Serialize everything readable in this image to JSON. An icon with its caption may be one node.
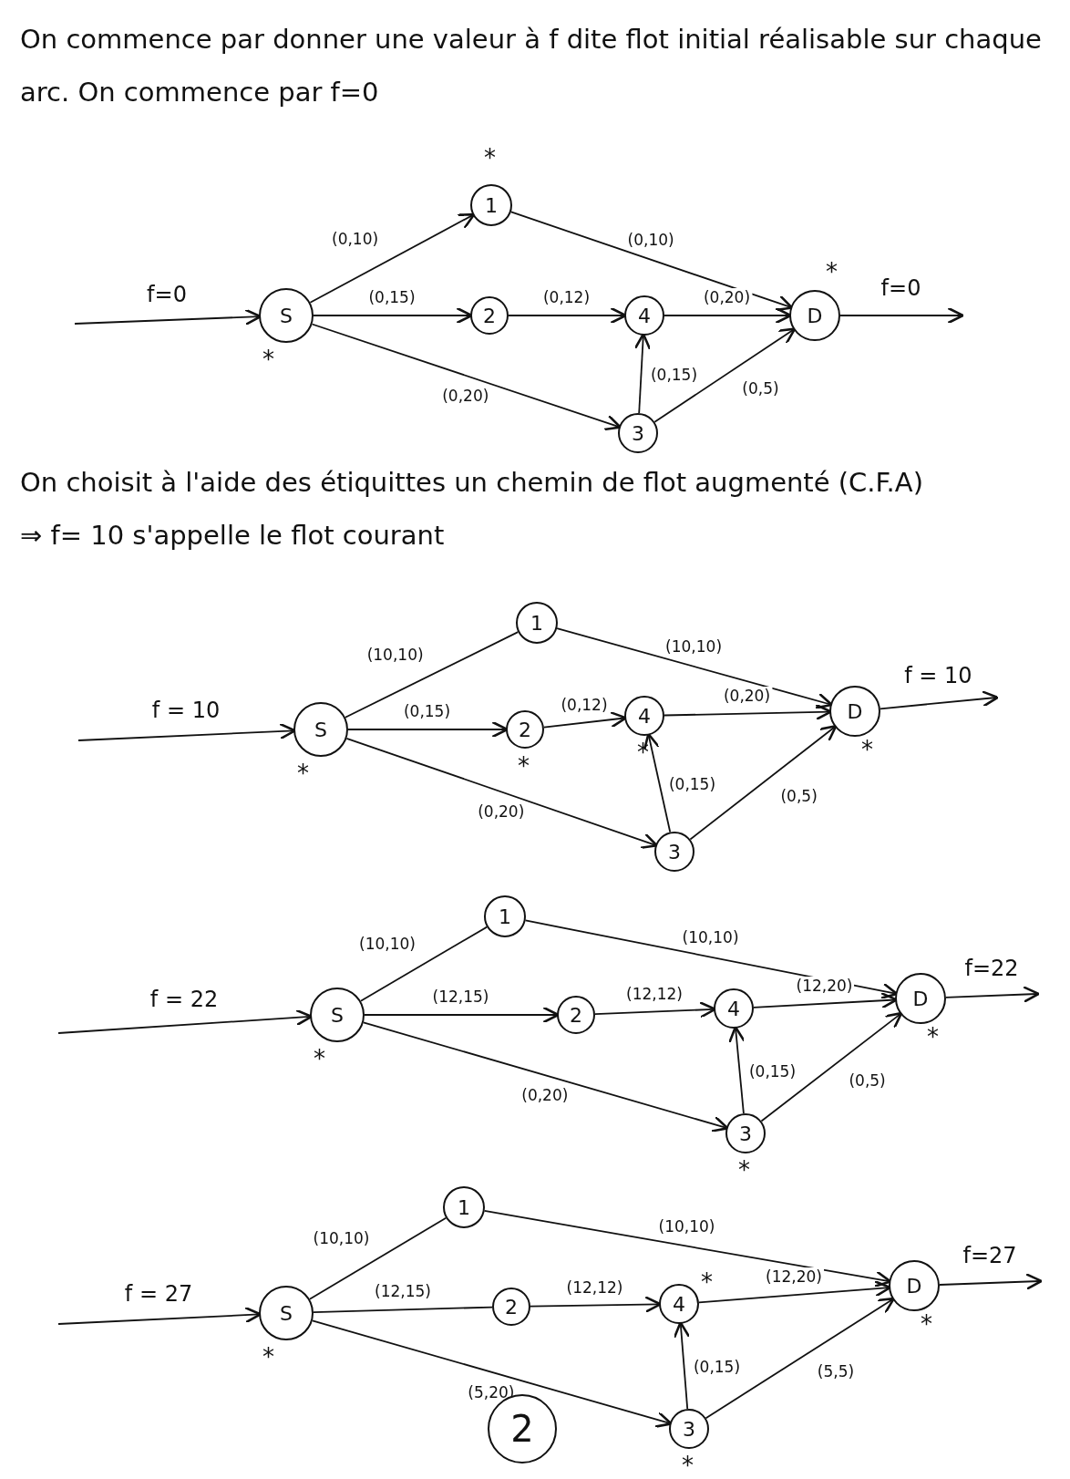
{
  "diagram": {
    "nodes": [
      {
        "text": [
          "S"
        ],
        "beside": [
          "*"
        ]
      },
      {
        "text": [
          "1"
        ],
        "beside": [
          "*"
        ]
      },
      {
        "text": [
          "2"
        ]
      },
      {
        "text": [
          "3"
        ]
      },
      {
        "text": [
          "4"
        ]
      },
      {
        "text": [
          "D"
        ],
        "beside": [
          "*"
        ]
      },
      {
        "text": [
          "S"
        ],
        "beside": [
          "*"
        ]
      },
      {
        "text": [
          "1"
        ]
      },
      {
        "text": [
          "2"
        ],
        "beside": [
          "*"
        ]
      },
      {
        "text": [
          "3"
        ]
      },
      {
        "text": [
          "4"
        ],
        "beside": [
          "*"
        ]
      },
      {
        "text": [
          "D"
        ],
        "beside": [
          "*"
        ]
      },
      {
        "text": [
          "S"
        ],
        "beside": [
          "*"
        ]
      },
      {
        "text": [
          "1"
        ]
      },
      {
        "text": [
          "2"
        ]
      },
      {
        "text": [
          "3"
        ],
        "beside": [
          "*"
        ]
      },
      {
        "text": [
          "4"
        ]
      },
      {
        "text": [
          "D"
        ],
        "beside": [
          "*"
        ]
      },
      {
        "text": [
          "S"
        ],
        "beside": [
          "*"
        ]
      },
      {
        "text": [
          "1"
        ]
      },
      {
        "text": [
          "2"
        ]
      },
      {
        "text": [
          "3"
        ],
        "beside": [
          "*"
        ]
      },
      {
        "text": [
          "4"
        ],
        "beside": [
          "*"
        ]
      },
      {
        "text": [
          "D"
        ],
        "beside": [
          "*"
        ]
      },
      {
        "text": [
          "2"
        ]
      }
    ],
    "edges": [
      {
        "from": null,
        "to": 0,
        "arrow": "to",
        "label": "f=0"
      },
      {
        "from": 0,
        "to": 1,
        "arrow": "to",
        "label": "(0,10)"
      },
      {
        "from": 0,
        "to": 2,
        "arrow": "to",
        "label": "(0,15)"
      },
      {
        "from": 0,
        "to": 3,
        "arrow": "to",
        "label": "(0,20)"
      },
      {
        "from": 1,
        "to": 5,
        "arrow": "to",
        "label": "(0,10)"
      },
      {
        "from": 2,
        "to": 4,
        "arrow": "to",
        "label": "(0,12)"
      },
      {
        "from": 4,
        "to": 5,
        "arrow": "to",
        "label": "(0,20)"
      },
      {
        "from": 3,
        "to": 4,
        "arrow": "to",
        "label": "(0,15)"
      },
      {
        "from": 3,
        "to": 5,
        "arrow": "to",
        "label": "(0,5)"
      },
      {
        "from": 5,
        "to": null,
        "arrow": "to",
        "label": "f=0"
      },
      {
        "from": null,
        "to": 6,
        "arrow": "to",
        "label": "f = 10"
      },
      {
        "from": 6,
        "to": 7,
        "arrow": "none",
        "label": "(10,10)"
      },
      {
        "from": 6,
        "to": 8,
        "arrow": "to",
        "label": "(0,15)"
      },
      {
        "from": 6,
        "to": 9,
        "arrow": "to",
        "label": "(0,20)"
      },
      {
        "from": 7,
        "to": 11,
        "arrow": "to",
        "label": "(10,10)"
      },
      {
        "from": 8,
        "to": 10,
        "arrow": "to",
        "label": "(0,12)"
      },
      {
        "from": 10,
        "to": 11,
        "arrow": "to",
        "label": "(0,20)"
      },
      {
        "from": 9,
        "to": 10,
        "arrow": "to",
        "label": "(0,15)"
      },
      {
        "from": 9,
        "to": 11,
        "arrow": "to",
        "label": "(0,5)"
      },
      {
        "from": 11,
        "to": null,
        "arrow": "to",
        "label": "f = 10"
      },
      {
        "from": null,
        "to": 12,
        "arrow": "to",
        "label": "f = 22"
      },
      {
        "from": 12,
        "to": 13,
        "arrow": "none",
        "label": "(10,10)"
      },
      {
        "from": 12,
        "to": 14,
        "arrow": "to",
        "label": "(12,15)"
      },
      {
        "from": 12,
        "to": 15,
        "arrow": "to",
        "label": "(0,20)"
      },
      {
        "from": 13,
        "to": 17,
        "arrow": "to",
        "label": "(10,10)"
      },
      {
        "from": 14,
        "to": 16,
        "arrow": "to",
        "label": "(12,12)"
      },
      {
        "from": 16,
        "to": 17,
        "arrow": "to",
        "label": "(12,20)"
      },
      {
        "from": 15,
        "to": 16,
        "arrow": "to",
        "label": "(0,15)"
      },
      {
        "from": 15,
        "to": 17,
        "arrow": "to",
        "label": "(0,5)"
      },
      {
        "from": 17,
        "to": null,
        "arrow": "to",
        "label": "f=22"
      },
      {
        "from": null,
        "to": 18,
        "arrow": "to",
        "label": "f = 27"
      },
      {
        "from": 18,
        "to": 19,
        "arrow": "none",
        "label": "(10,10)"
      },
      {
        "from": 18,
        "to": 20,
        "arrow": "none",
        "label": "(12,15)"
      },
      {
        "from": 18,
        "to": 21,
        "arrow": "to",
        "label": "(5,20)"
      },
      {
        "from": 19,
        "to": 23,
        "arrow": "to",
        "label": "(10,10)"
      },
      {
        "from": 20,
        "to": 22,
        "arrow": "to",
        "label": "(12,12)"
      },
      {
        "from": 22,
        "to": 23,
        "arrow": "to",
        "label": "(12,20)"
      },
      {
        "from": 21,
        "to": 22,
        "arrow": "to",
        "label": "(0,15)"
      },
      {
        "from": 21,
        "to": 23,
        "arrow": "to",
        "label": "(5,5)"
      },
      {
        "from": 23,
        "to": null,
        "arrow": "to",
        "label": "f=27"
      }
    ],
    "labels": [
      "On commence par donner une valeur à f dite flot initial réalisable sur chaque arc. On commence par f=0",
      "On choisit à l'aide des étiquittes un chemin de flot augmenté (C.F.A)",
      "⇒ f= 10 s'appelle le flot courant"
    ]
  }
}
